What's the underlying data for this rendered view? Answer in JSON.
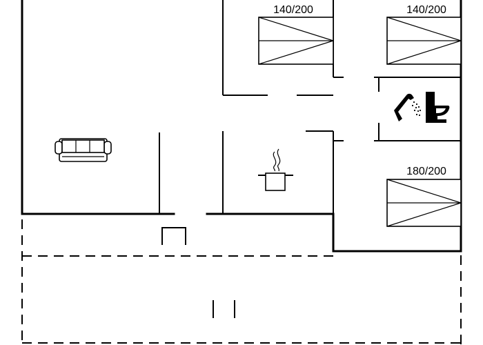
{
  "floorplan": {
    "beds": [
      {
        "size_label": "140/200"
      },
      {
        "size_label": "140/200"
      },
      {
        "size_label": "180/200"
      }
    ],
    "icons": [
      "sofa-icon",
      "cooking-pot-icon",
      "shower-icon",
      "toilet-icon"
    ],
    "colors": {
      "lines": "#000000",
      "background": "#ffffff"
    }
  }
}
